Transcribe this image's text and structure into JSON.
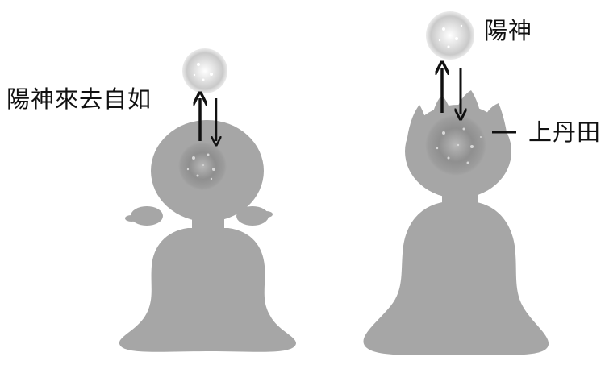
{
  "labels": {
    "left_figure": "陽神來去自如",
    "right_spirit": "陽神",
    "right_center": "上丹田"
  },
  "colors": {
    "silhouette": "#a6a6a6",
    "orb_light": "#e9e9e9",
    "orb_dark": "#8c8c8c",
    "ink": "#111111",
    "background": "#ffffff"
  }
}
